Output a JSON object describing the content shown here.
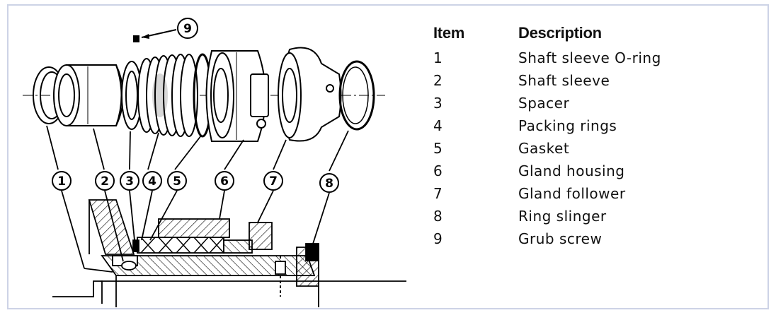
{
  "legend": {
    "header_item": "Item",
    "header_description": "Description",
    "rows": [
      {
        "item": "1",
        "description": "Shaft sleeve O-ring"
      },
      {
        "item": "2",
        "description": "Shaft sleeve"
      },
      {
        "item": "3",
        "description": "Spacer"
      },
      {
        "item": "4",
        "description": "Packing rings"
      },
      {
        "item": "5",
        "description": "Gasket"
      },
      {
        "item": "6",
        "description": "Gland housing"
      },
      {
        "item": "7",
        "description": "Gland follower"
      },
      {
        "item": "8",
        "description": "Ring slinger"
      },
      {
        "item": "9",
        "description": "Grub screw"
      }
    ]
  },
  "callouts": [
    "1",
    "2",
    "3",
    "4",
    "5",
    "6",
    "7",
    "8",
    "9"
  ]
}
